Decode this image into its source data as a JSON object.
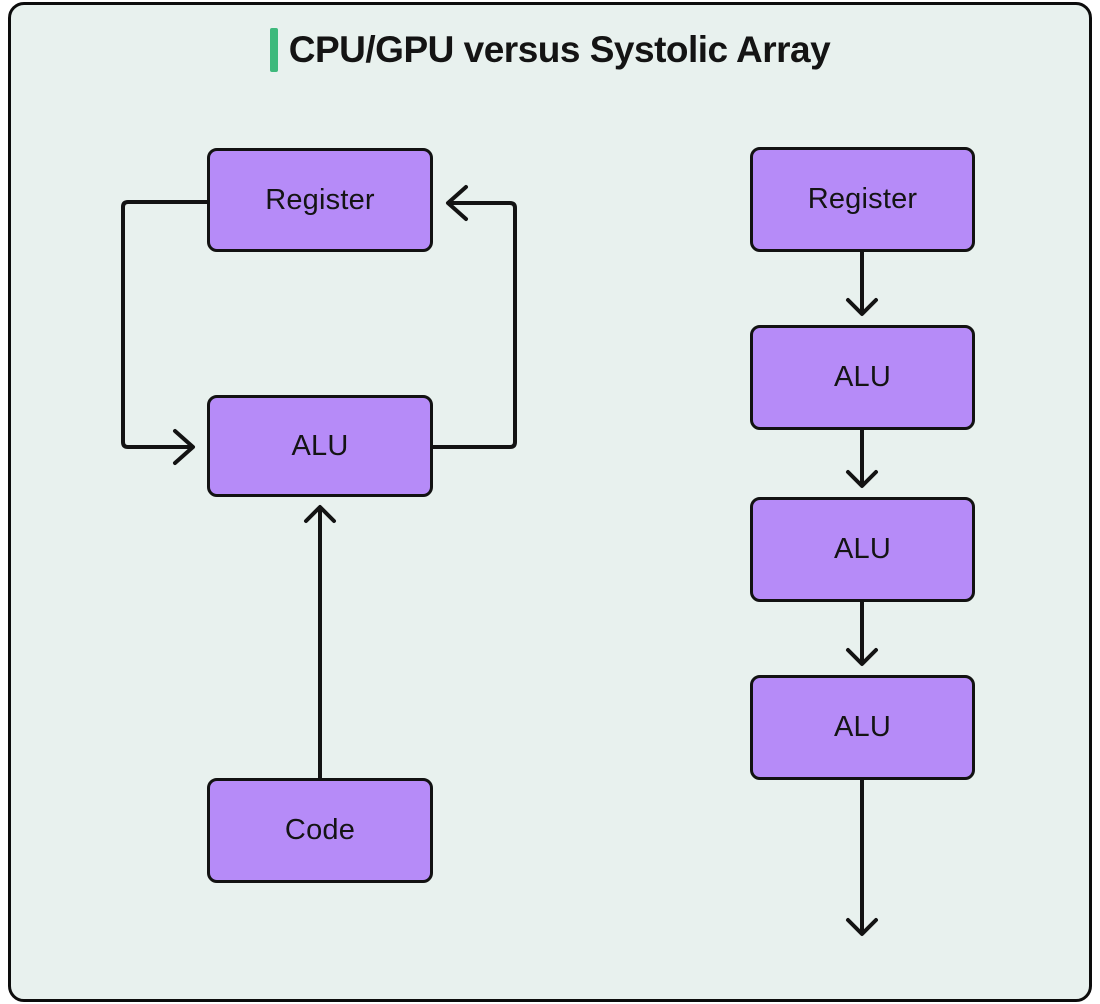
{
  "title": {
    "text": "CPU/GPU versus Systolic Array"
  },
  "colors": {
    "card_background": "#e8f1ee",
    "card_border": "#0c0c0c",
    "node_fill": "#b68bf8",
    "node_border": "#121212",
    "wire": "#131313",
    "title_accent_green": "#3eb97c",
    "title_text": "#141414"
  },
  "left_diagram": {
    "name": "cpu-gpu-loop",
    "nodes": [
      {
        "id": "register",
        "label": "Register"
      },
      {
        "id": "alu",
        "label": "ALU"
      },
      {
        "id": "code",
        "label": "Code"
      }
    ],
    "edges": [
      {
        "from": "register",
        "to": "alu",
        "route": "left-side-loop",
        "arrow": "chevron"
      },
      {
        "from": "alu",
        "to": "register",
        "route": "right-side-loop",
        "arrow": "chevron"
      },
      {
        "from": "code",
        "to": "alu",
        "route": "straight-up",
        "arrow": "chevron"
      }
    ]
  },
  "right_diagram": {
    "name": "systolic-array-pipeline",
    "nodes": [
      {
        "id": "register",
        "label": "Register"
      },
      {
        "id": "alu-1",
        "label": "ALU"
      },
      {
        "id": "alu-2",
        "label": "ALU"
      },
      {
        "id": "alu-3",
        "label": "ALU"
      }
    ],
    "edges": [
      {
        "from": "register",
        "to": "alu-1",
        "route": "straight-down",
        "arrow": "chevron"
      },
      {
        "from": "alu-1",
        "to": "alu-2",
        "route": "straight-down",
        "arrow": "chevron"
      },
      {
        "from": "alu-2",
        "to": "alu-3",
        "route": "straight-down",
        "arrow": "chevron"
      },
      {
        "from": "alu-3",
        "to": "output",
        "route": "straight-down-long",
        "arrow": "chevron"
      }
    ]
  }
}
